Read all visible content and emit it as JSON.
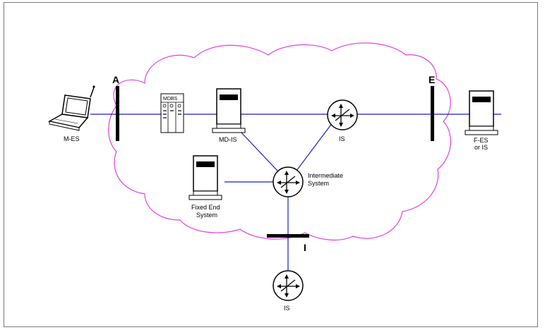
{
  "diagram": {
    "segments": {
      "a": "A",
      "e": "E",
      "i": "I"
    },
    "nodes": {
      "mobile_end_system": "M-ES",
      "mdbs": "MDBS",
      "md_is": "MD-IS",
      "is_top": "IS",
      "fixed_end_or_is_line1": "F-ES",
      "fixed_end_or_is_line2": "or IS",
      "intermediate_system_line1": "Intermediate",
      "intermediate_system_line2": "System",
      "fixed_end_system_line1": "Fixed End",
      "fixed_end_system_line2": "System",
      "is_bottom": "IS"
    },
    "icons": [
      "laptop-icon",
      "base-station-icon",
      "server-icon",
      "router-icon"
    ],
    "colors": {
      "cloud": "#e040e0",
      "links": "#1c1cc8",
      "frame": "#7a7a7a"
    }
  }
}
